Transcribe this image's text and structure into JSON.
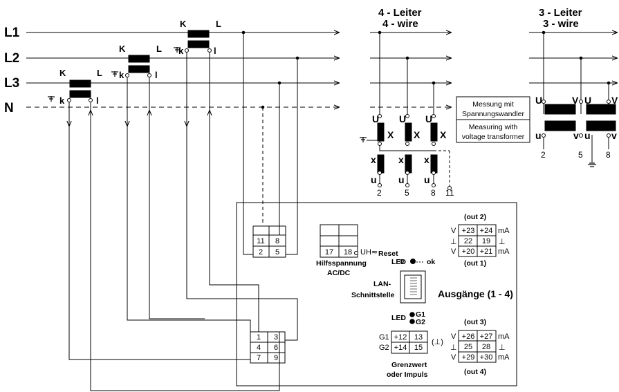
{
  "lines": {
    "l1": "L1",
    "l2": "L2",
    "l3": "L3",
    "n": "N"
  },
  "ct": {
    "k_upper": "K",
    "l_upper": "L",
    "k_lower": "k",
    "l_lower": "l"
  },
  "four_wire": {
    "title_de": "4 - Leiter",
    "title_en": "4 - wire",
    "u_upper": "U",
    "x_upper": "X",
    "x_lower": "x",
    "u_lower": "u",
    "terminals": [
      "2",
      "5",
      "8",
      "11"
    ]
  },
  "three_wire": {
    "title_de": "3 - Leiter",
    "title_en": "3 - wire",
    "u_upper": "U",
    "v_upper": "V",
    "u_lower": "u",
    "v_lower": "v",
    "terminals": [
      "2",
      "5",
      "8"
    ]
  },
  "measurement_box": {
    "line1": "Messung mit",
    "line2": "Spannungswandler",
    "line3": "Measuring with",
    "line4": "voltage transformer"
  },
  "device": {
    "voltage_terminals": [
      "11",
      "8",
      "2",
      "5"
    ],
    "current_terminals": [
      "1",
      "3",
      "4",
      "6",
      "7",
      "9"
    ],
    "aux_terminals": [
      "17",
      "18"
    ],
    "aux_symbol": "UH≂",
    "aux_label_de": "Hilfsspannung",
    "aux_label_type": "AC/DC",
    "reset_label": "Reset",
    "led_label": "LED",
    "led_ok": "ok",
    "lan_line1": "LAN-",
    "lan_line2": "Schnittstelle",
    "outputs_title": "Ausgänge (1 - 4)",
    "led_g1": "G1",
    "led_g2": "G2",
    "limit_rows": [
      [
        "G1",
        "+12",
        "13"
      ],
      [
        "G2",
        "+14",
        "15"
      ]
    ],
    "limit_symbol": "(⊥)",
    "limit_label_1": "Grenzwert",
    "limit_label_2": "oder Impuls",
    "out2_label": "(out 2)",
    "out1_label": "(out 1)",
    "out3_label": "(out 3)",
    "out4_label": "(out 4)",
    "analog_top": [
      [
        "V",
        "+23",
        "+24",
        "mA"
      ],
      [
        "⊥",
        "22",
        "19",
        "⊥"
      ],
      [
        "V",
        "+20",
        "+21",
        "mA"
      ]
    ],
    "analog_bottom": [
      [
        "V",
        "+26",
        "+27",
        "mA"
      ],
      [
        "⊥",
        "25",
        "28",
        "⊥"
      ],
      [
        "V",
        "+29",
        "+30",
        "mA"
      ]
    ]
  }
}
